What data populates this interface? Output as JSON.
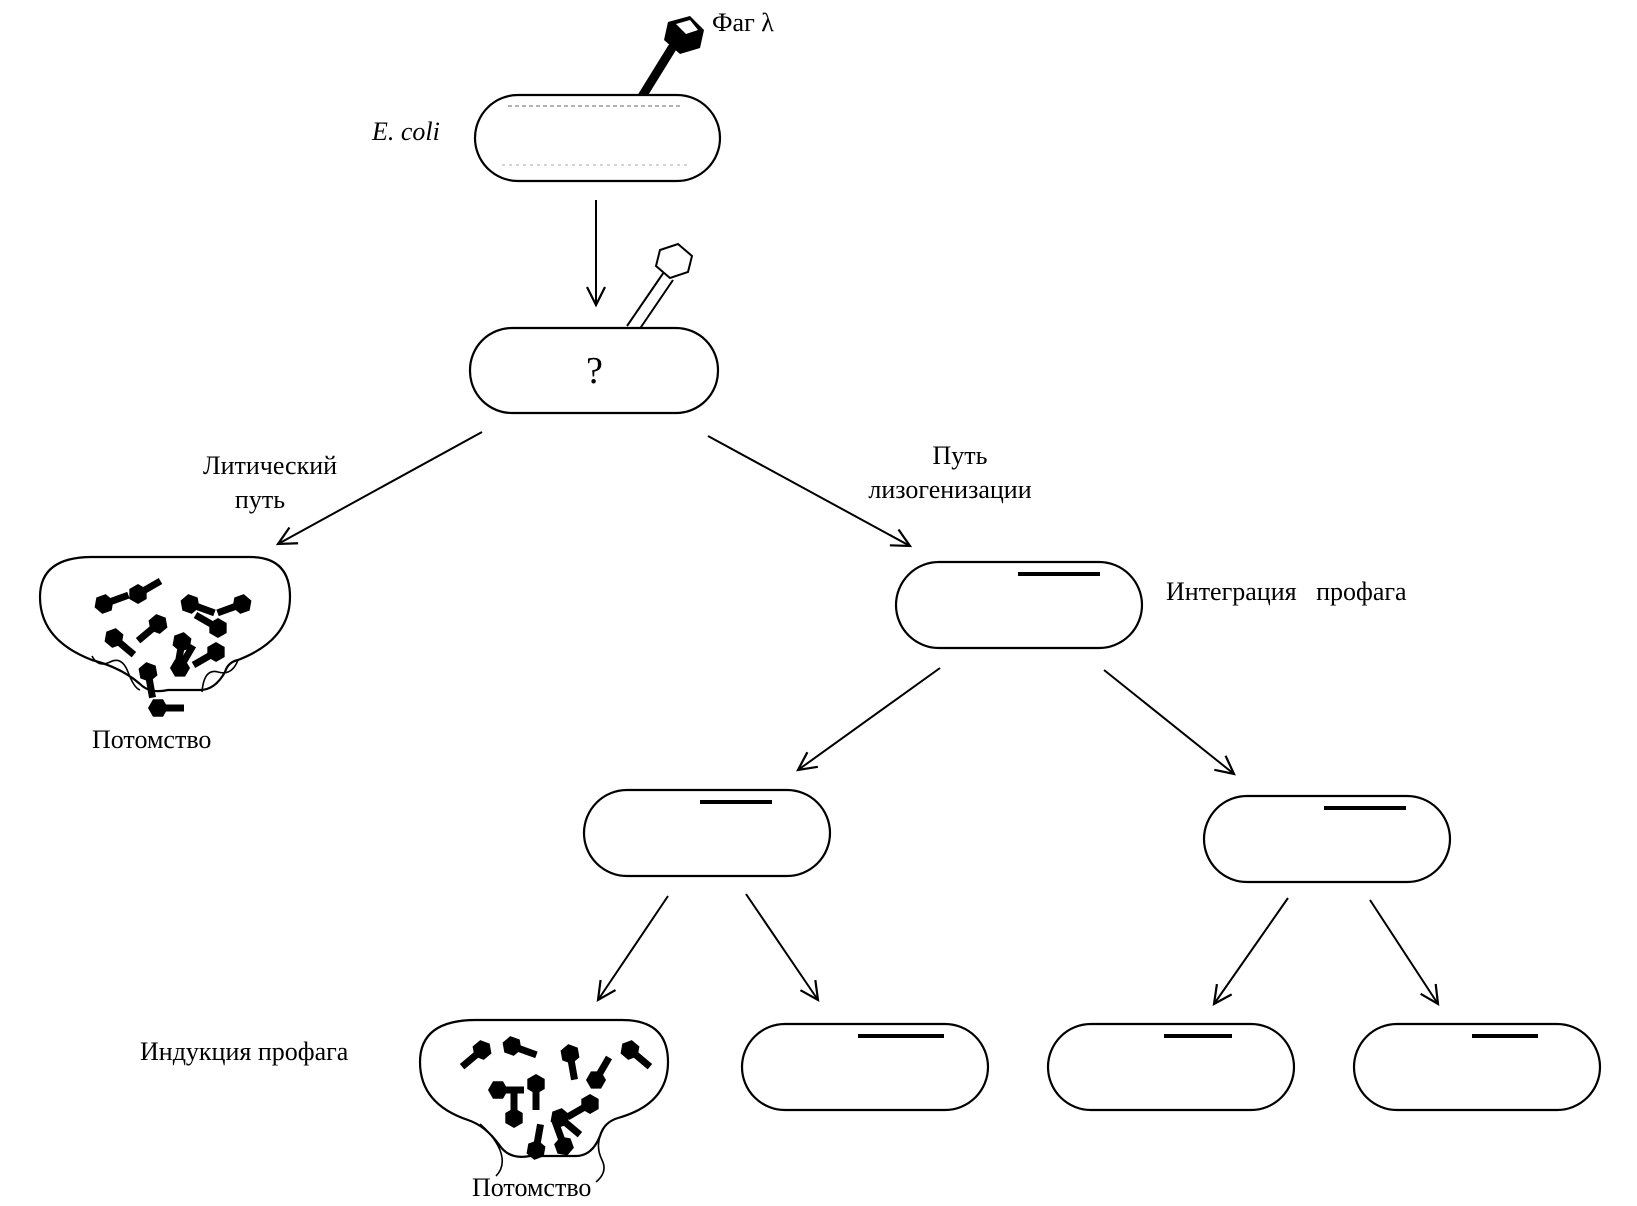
{
  "labels": {
    "phage": "Фаг λ",
    "host": "E. coli",
    "unknown": "?",
    "lytic_path_line1": "Литический",
    "lytic_path_line2": "путь",
    "lysogeny_path_line1": "Путь",
    "lysogeny_path_line2": "лизогенизации",
    "prophage_integration": "Интеграция   профага",
    "prophage_induction": "Индукция профага",
    "progeny_top": "Потомство",
    "progeny_bottom": "Потомство"
  },
  "colors": {
    "ink": "#000000",
    "background": "#ffffff"
  }
}
